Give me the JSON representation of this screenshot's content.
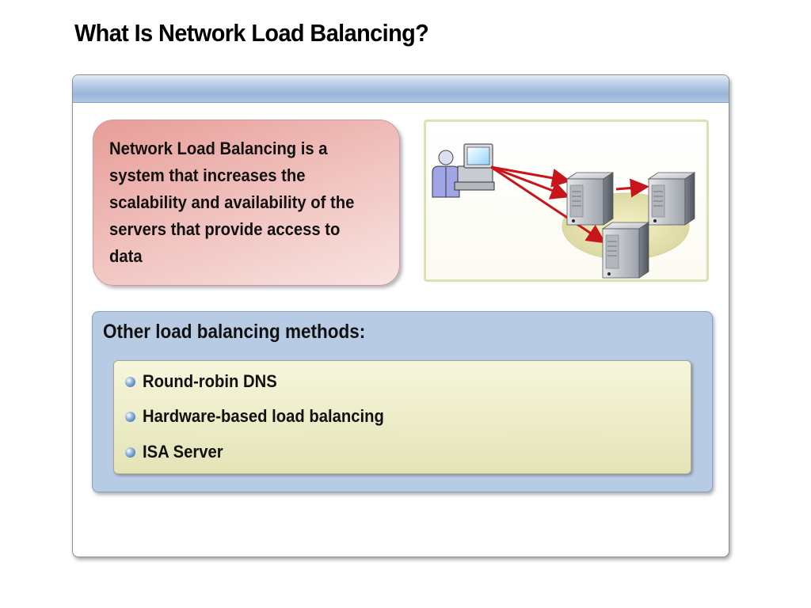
{
  "slide": {
    "title": "What Is Network Load Balancing?",
    "definition": "Network Load Balancing is a system that increases the scalability and availability of the servers that provide access to data",
    "other_methods": {
      "heading": "Other load balancing methods:",
      "items": [
        {
          "label": "Round-robin DNS"
        },
        {
          "label": "Hardware-based load balancing"
        },
        {
          "label": "ISA Server"
        }
      ]
    }
  },
  "diagram": {
    "icons": [
      "user-icon",
      "computer-icon",
      "server-icon",
      "server-icon",
      "server-icon"
    ],
    "arrow_color": "#c8151b"
  },
  "colors": {
    "definition_box": "#f1c5c1",
    "panel": "#b8cbe5",
    "list_box": "#eeeecb",
    "header_bar": "#a9c0de"
  }
}
